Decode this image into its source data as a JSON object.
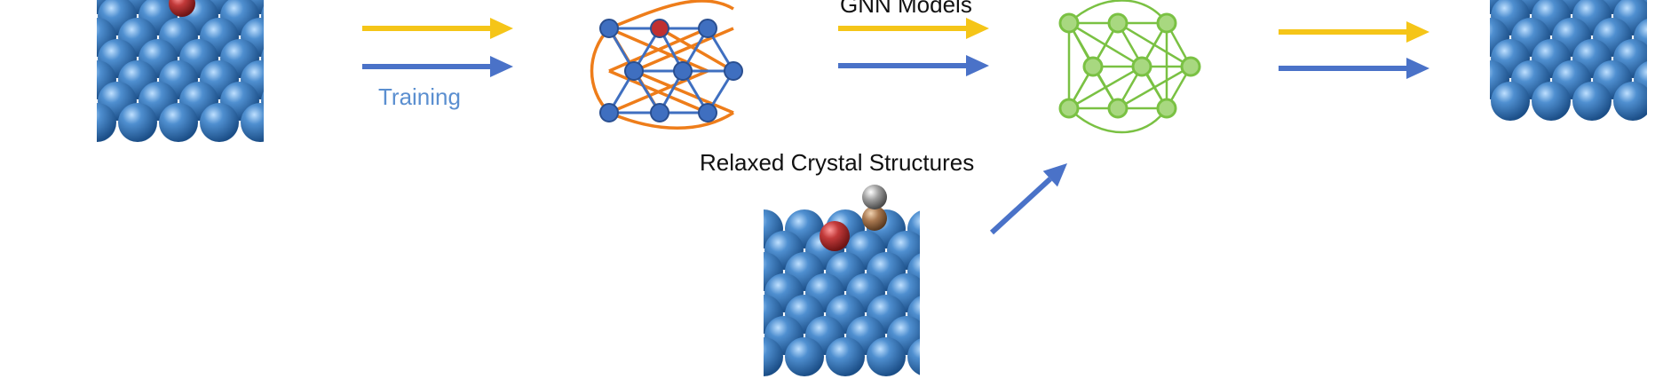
{
  "labels": {
    "training": "Training",
    "gnn_models": "GNN Models",
    "relaxed_structures": "Relaxed Crystal Structures"
  },
  "colors": {
    "arrow_yellow": "#f5c518",
    "arrow_blue": "#4a72c8",
    "training_text": "#5b8fd0",
    "graph_orange": "#ee7d1a",
    "graph_blue": "#3f6fc0",
    "graph_red": "#c03030",
    "gnn_green": "#7ac143",
    "atom_blue": "#3a78b8",
    "atom_red": "#b02e2e",
    "adsorbate_copper": "#a87850",
    "adsorbate_gray": "#9a9a9a"
  },
  "icons": {
    "left_slab": "crystal-slab-icon",
    "right_slab": "crystal-slab-icon",
    "bottom_slab": "crystal-slab-with-adsorbate-icon",
    "input_graph": "crystal-graph-icon",
    "gnn": "neural-network-icon"
  }
}
